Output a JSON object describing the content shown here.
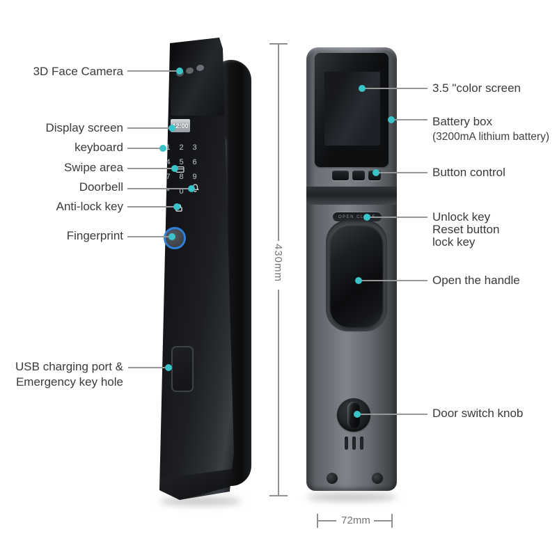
{
  "diagram": {
    "left_callouts": {
      "face_camera": "3D Face Camera",
      "display_screen": "Display screen",
      "keyboard": "keyboard",
      "swipe_area": "Swipe area",
      "doorbell": "Doorbell",
      "anti_lock": "Anti-lock key",
      "fingerprint": "Fingerprint",
      "usb_line1": "USB charging port &",
      "usb_line2": "Emergency key hole"
    },
    "right_callouts": {
      "color_screen": "3.5 \"color screen",
      "battery_line1": "Battery box",
      "battery_line2": "(3200mA lithium battery)",
      "button_control": "Button control",
      "unlock_line1": "Unlock key",
      "unlock_line2": "Reset button",
      "unlock_line3": "lock key",
      "open_handle": "Open the handle",
      "door_switch": "Door switch knob"
    },
    "dimensions": {
      "height": "430mm",
      "width": "72mm"
    },
    "front_lock": {
      "display_time": "12:00",
      "keys": [
        "1",
        "2",
        "3",
        "4",
        "5",
        "6",
        "7",
        "8",
        "9",
        "*",
        "0"
      ]
    },
    "rear_lock": {
      "open_close": "OPEN CLOSE"
    },
    "colors": {
      "accent_dot": "#3bc3ca",
      "fingerprint_ring": "#2f80d9",
      "callout_line": "#979797"
    }
  }
}
